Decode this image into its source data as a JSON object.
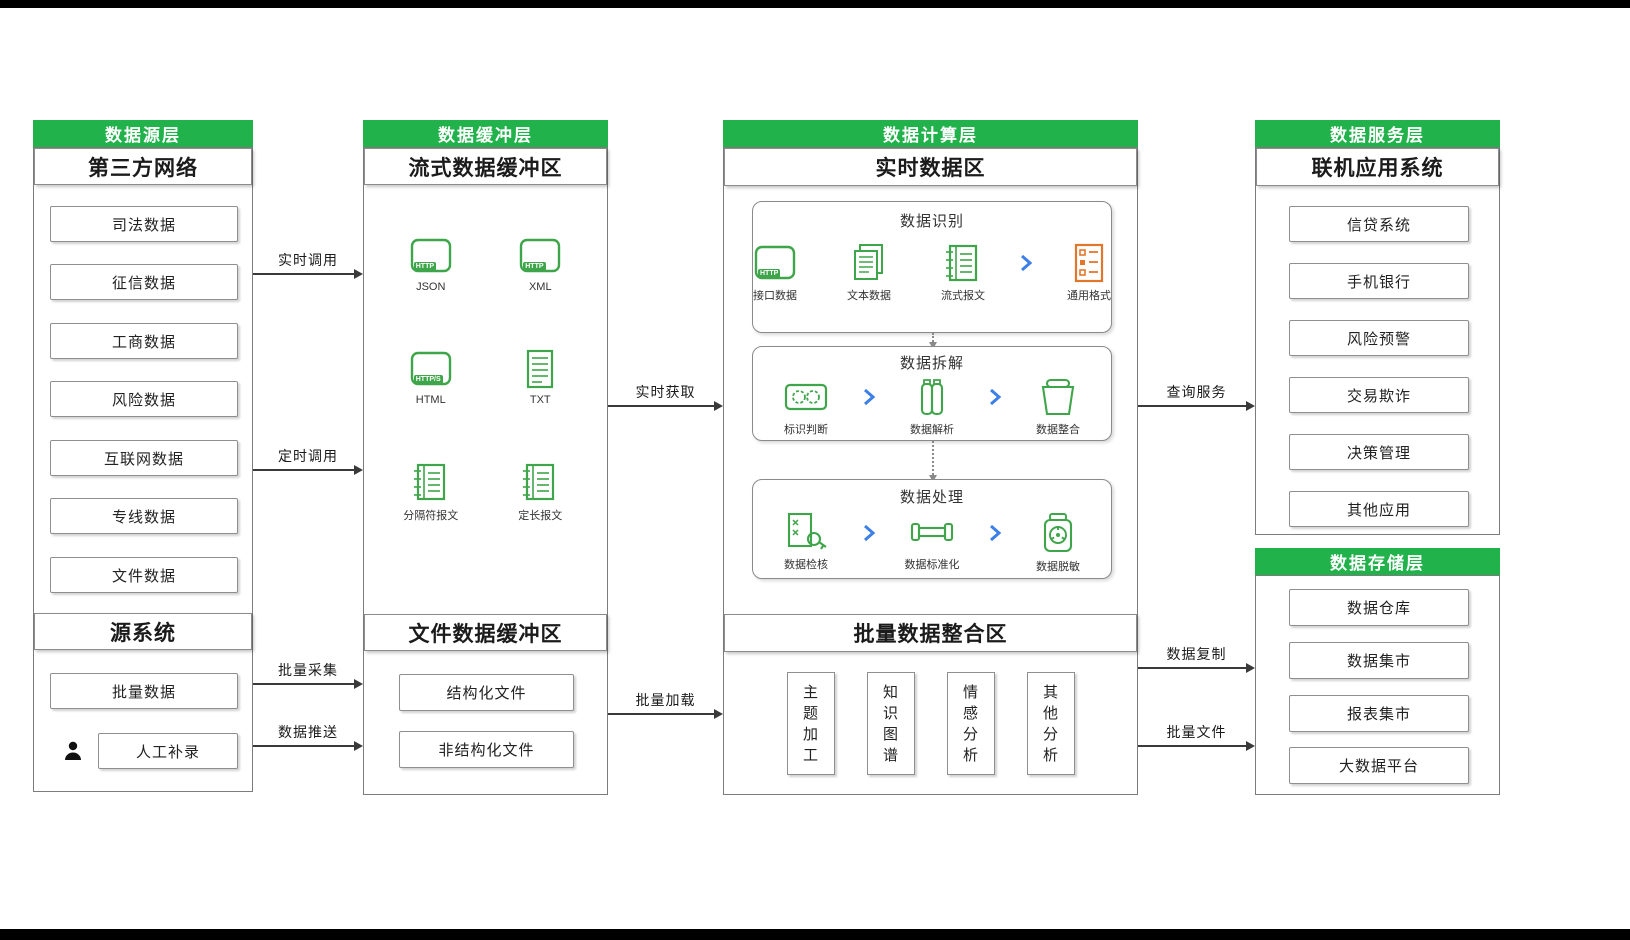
{
  "colors": {
    "header_green": "#21B24B",
    "icon_green": "#3FA54A",
    "icon_orange": "#E2772B",
    "chevron_blue": "#3D7FE8"
  },
  "source_layer": {
    "header": "数据源层",
    "third_party": {
      "title": "第三方网络",
      "items": [
        "司法数据",
        "征信数据",
        "工商数据",
        "风险数据",
        "互联网数据",
        "专线数据",
        "文件数据"
      ]
    },
    "source_system": {
      "title": "源系统",
      "batch_item": "批量数据",
      "manual_item": "人工补录"
    }
  },
  "buffer_layer": {
    "header": "数据缓冲层",
    "stream_title": "流式数据缓冲区",
    "formats": [
      {
        "label": "JSON",
        "badge": "HTTP"
      },
      {
        "label": "XML",
        "badge": "HTTP"
      },
      {
        "label": "HTML",
        "badge": "HTTP/S"
      },
      {
        "label": "TXT",
        "badge": ""
      },
      {
        "label": "分隔符报文",
        "badge": ""
      },
      {
        "label": "定长报文",
        "badge": ""
      }
    ],
    "file_title": "文件数据缓冲区",
    "file_items": [
      "结构化文件",
      "非结构化文件"
    ]
  },
  "compute_layer": {
    "header": "数据计算层",
    "realtime_title": "实时数据区",
    "http_badge": "HTTP",
    "stages": [
      {
        "title": "数据识别",
        "steps": [
          "接口数据",
          "文本数据",
          "流式报文",
          "通用格式"
        ]
      },
      {
        "title": "数据拆解",
        "steps": [
          "标识判断",
          "数据解析",
          "数据整合"
        ]
      },
      {
        "title": "数据处理",
        "steps": [
          "数据检核",
          "数据标准化",
          "数据脱敏"
        ]
      }
    ],
    "batch_title": "批量数据整合区",
    "batch_items": [
      "主题加工",
      "知识图谱",
      "情感分析",
      "其他分析"
    ]
  },
  "service_layer": {
    "header": "数据服务层",
    "title": "联机应用系统",
    "items": [
      "信贷系统",
      "手机银行",
      "风险预警",
      "交易欺诈",
      "决策管理",
      "其他应用"
    ]
  },
  "storage_layer": {
    "header": "数据存储层",
    "items": [
      "数据仓库",
      "数据集市",
      "报表集市",
      "大数据平台"
    ]
  },
  "flows": {
    "realtime_call": "实时调用",
    "timed_call": "定时调用",
    "batch_collect": "批量采集",
    "data_push": "数据推送",
    "realtime_fetch": "实时获取",
    "batch_load": "批量加载",
    "query_service": "查询服务",
    "data_replicate": "数据复制",
    "batch_file": "批量文件"
  }
}
